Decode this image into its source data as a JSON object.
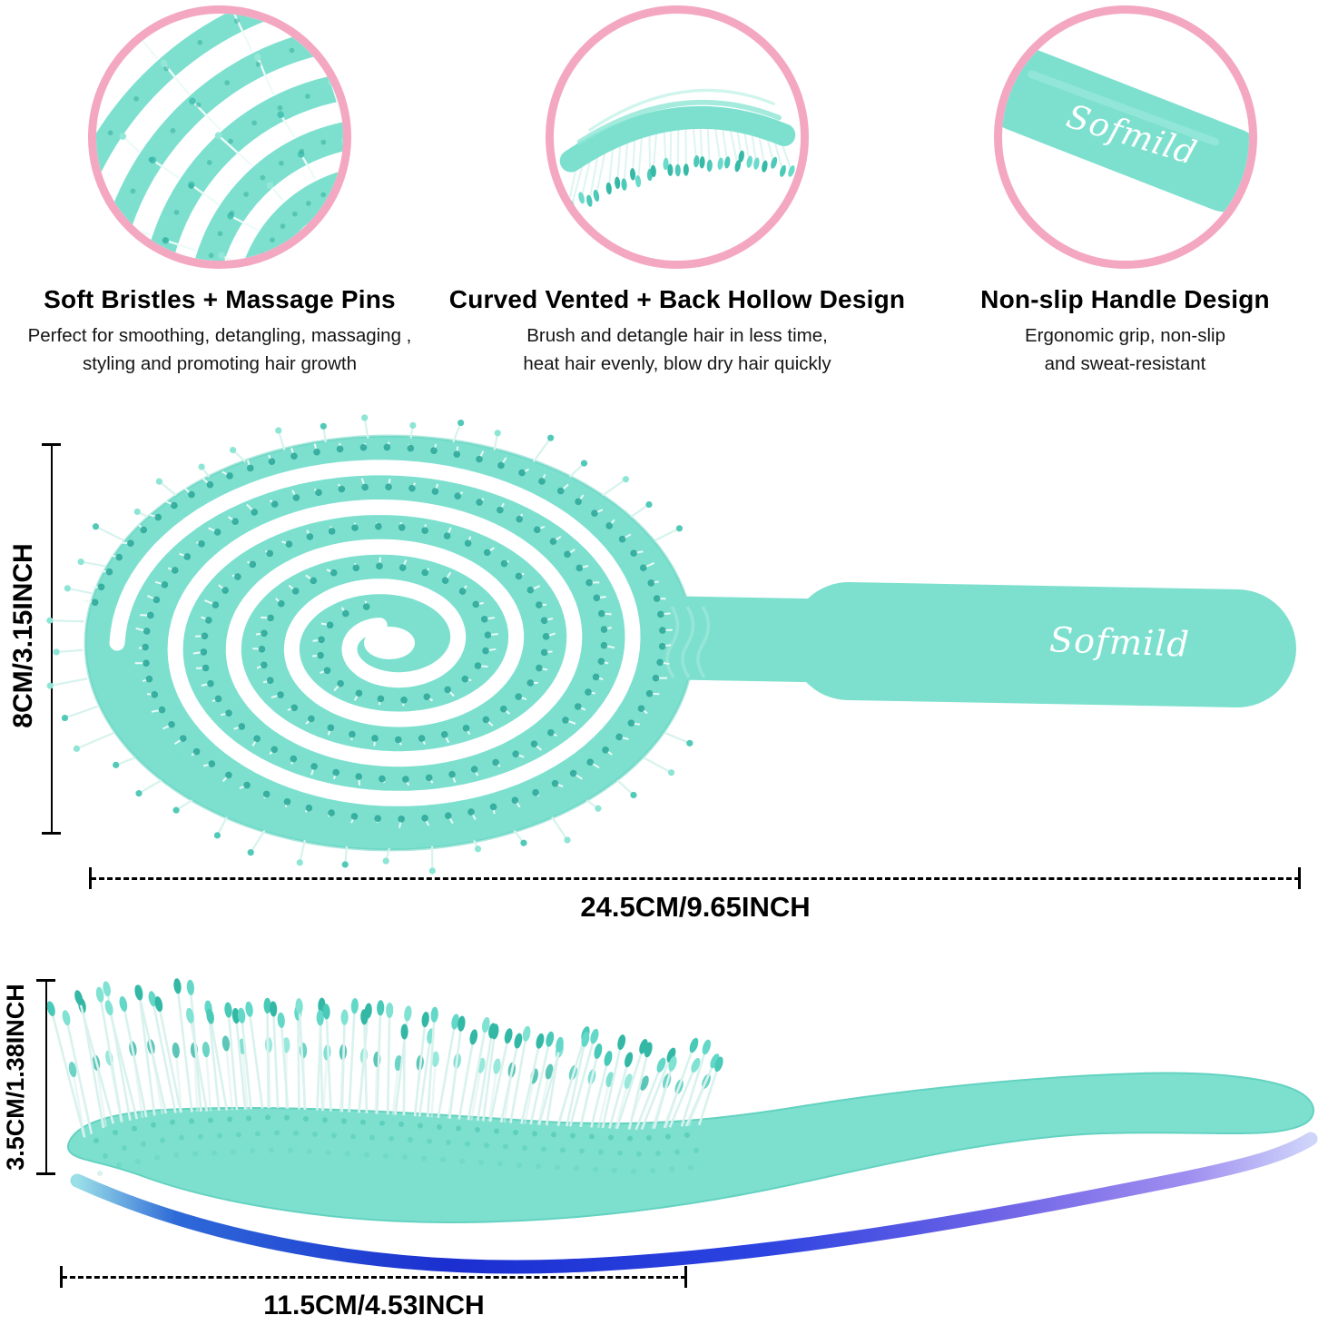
{
  "brand": "Sofmild",
  "colors": {
    "mint": "#7de0cf",
    "mint_dark": "#56cdba",
    "teal_pin": "#2fa99a",
    "pink": "#f4a7c1",
    "swoosh_blue": "#1b2fd0",
    "text": "#000000"
  },
  "features": [
    {
      "icon": "bristles-closeup-icon",
      "title": "Soft Bristles + Massage Pins",
      "line1": "Perfect for smoothing, detangling, massaging ,",
      "line2": "styling and promoting hair growth"
    },
    {
      "icon": "curved-vented-side-icon",
      "title": "Curved Vented + Back Hollow Design",
      "line1": "Brush and detangle hair in less time,",
      "line2": "heat hair evenly, blow dry hair quickly"
    },
    {
      "icon": "handle-closeup-icon",
      "title": "Non-slip Handle Design",
      "line1": "Ergonomic grip, non-slip",
      "line2": "and sweat-resistant"
    }
  ],
  "top_view": {
    "height_label": "8CM/3.15INCH",
    "length_label": "24.5CM/9.65INCH"
  },
  "side_view": {
    "height_label": "3.5CM/1.38INCH",
    "length_label": "11.5CM/4.53INCH"
  }
}
